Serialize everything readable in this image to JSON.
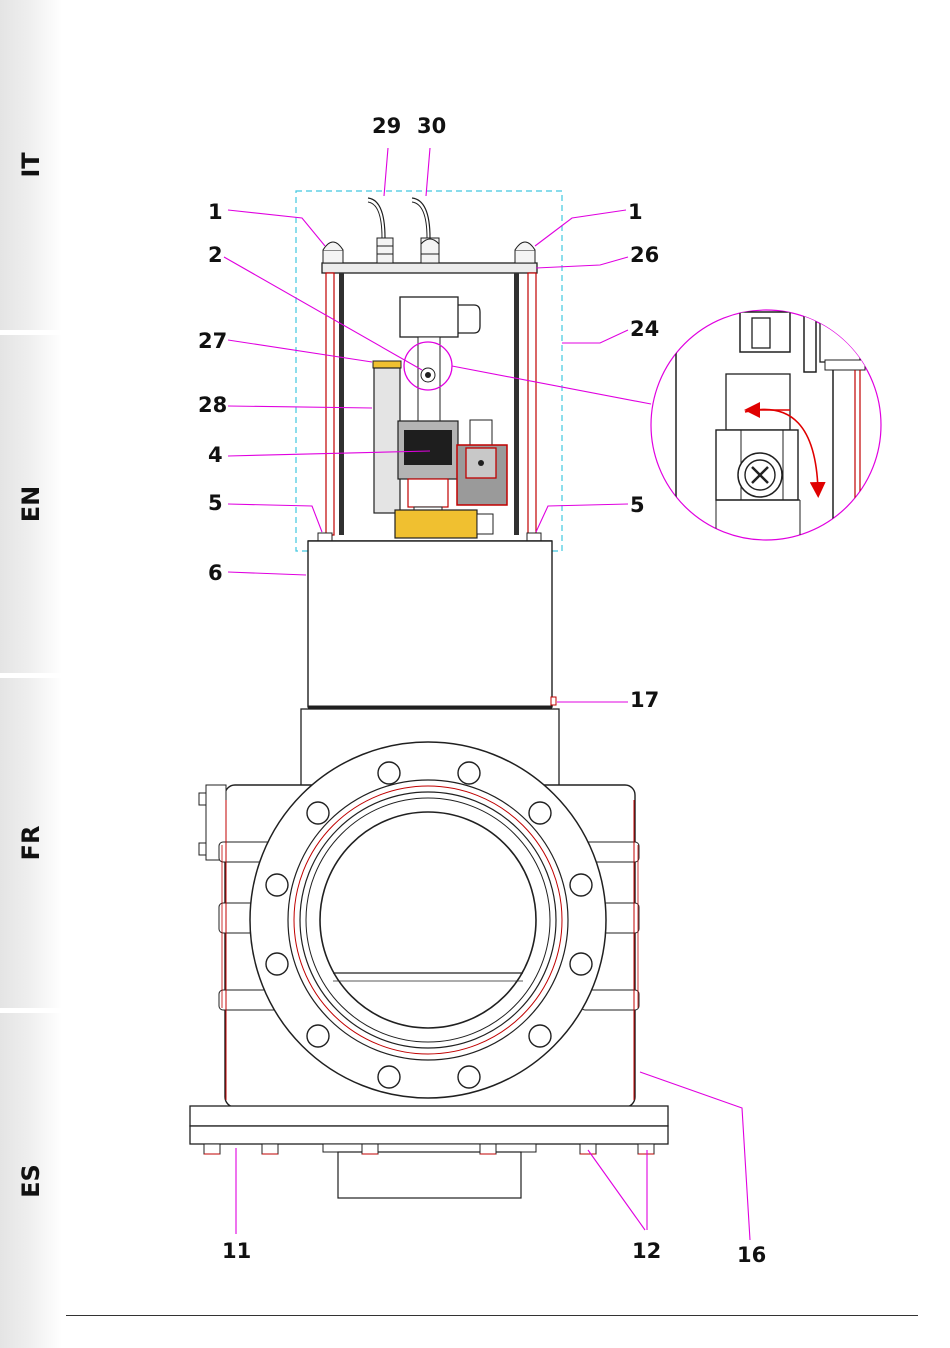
{
  "sidebar": {
    "languages": [
      "IT",
      "EN",
      "FR",
      "ES"
    ]
  },
  "callouts": {
    "c29": "29",
    "c30": "30",
    "c1_left": "1",
    "c1_right": "1",
    "c2": "2",
    "c26": "26",
    "c24": "24",
    "c27": "27",
    "c28": "28",
    "c4": "4",
    "c5_left": "5",
    "c5_right": "5",
    "c6": "6",
    "c17": "17",
    "c16": "16",
    "c11": "11",
    "c12": "12"
  },
  "colors": {
    "leader": "#e000e0",
    "dashed_box": "#40c8e0",
    "outline": "#202020",
    "red_edge": "#c00000",
    "brass": "#f0c030",
    "arrow": "#e00000"
  }
}
